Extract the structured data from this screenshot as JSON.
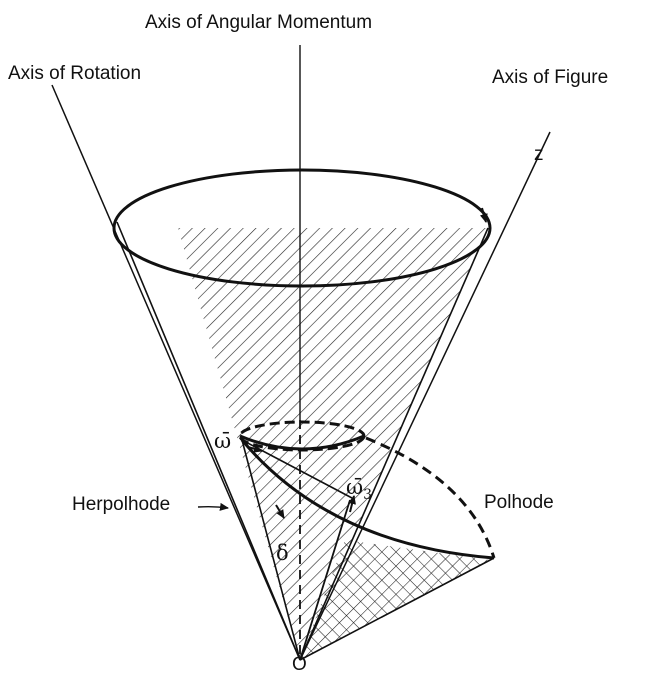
{
  "labels": {
    "axis_angular_momentum": "Axis of Angular Momentum",
    "axis_rotation": "Axis of Rotation",
    "axis_figure": "Axis of Figure",
    "z": "z",
    "omega": "ω̄",
    "omega3_base": "ω̄",
    "omega3_sub": "3",
    "herpolhode": "Herpolhode",
    "polhode": "Polhode",
    "delta": "δ",
    "origin": "O"
  }
}
